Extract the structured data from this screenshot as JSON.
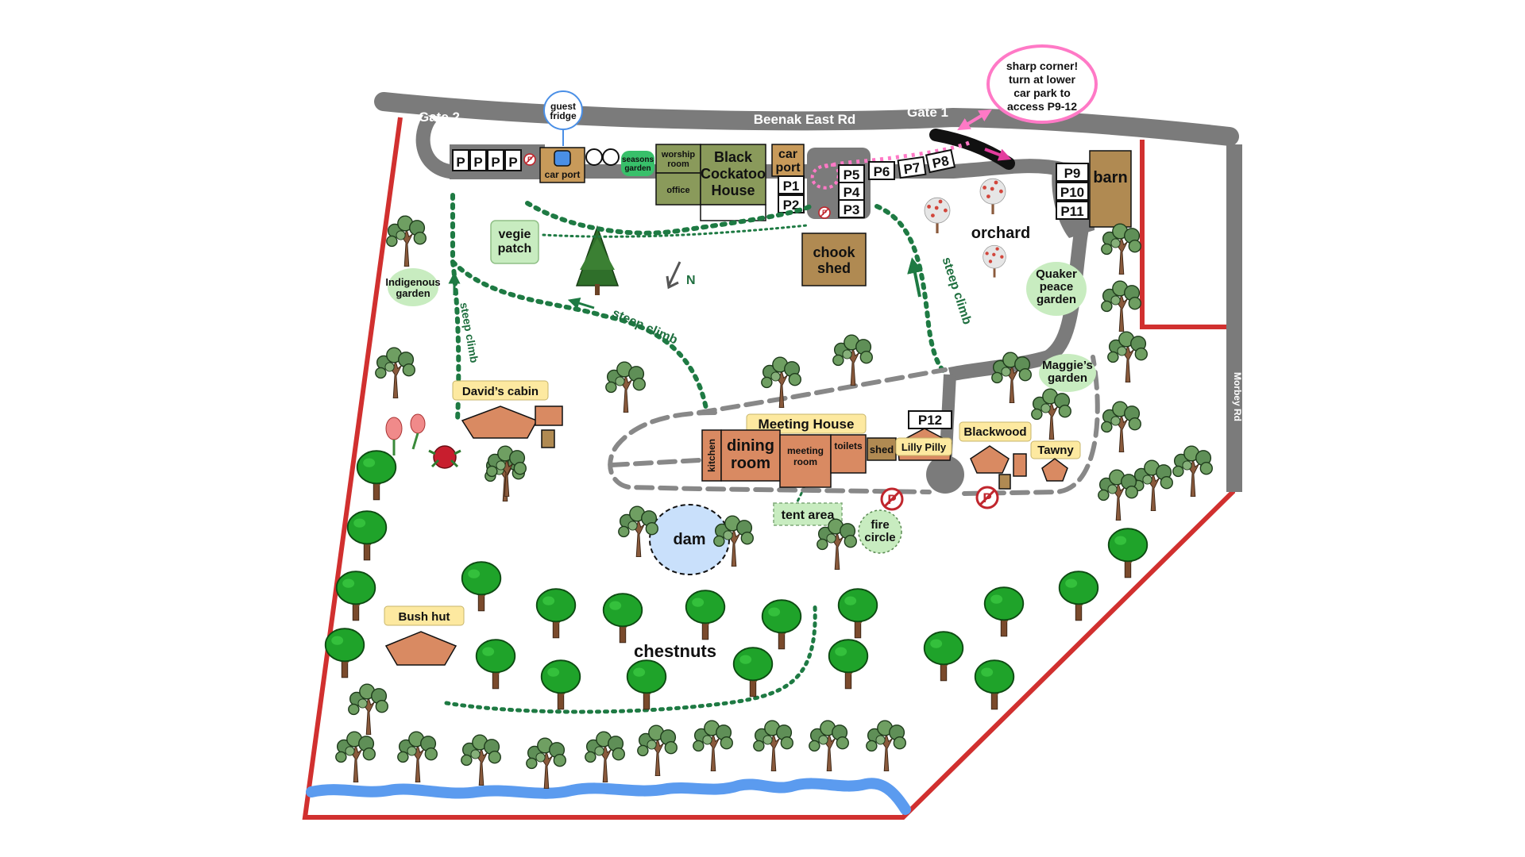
{
  "roads": {
    "main": "Beenak East Rd",
    "side": "Morbey Rd",
    "gate1": "Gate 1",
    "gate2": "Gate 2"
  },
  "callout": {
    "line1": "sharp corner!",
    "line2": "turn at lower",
    "line3": "car park  to",
    "line4": "access P9-12"
  },
  "parking": {
    "p_generic": "P",
    "p1": "P1",
    "p2": "P2",
    "p3": "P3",
    "p4": "P4",
    "p5": "P5",
    "p6": "P6",
    "p7": "P7",
    "p8": "P8",
    "p9": "P9",
    "p10": "P10",
    "p11": "P11",
    "p12": "P12"
  },
  "buildings": {
    "guest_fridge_1": "guest",
    "guest_fridge_2": "fridge",
    "car_port": "car port",
    "car_port2_1": "car",
    "car_port2_2": "port",
    "seasons_1": "seasons",
    "seasons_2": "garden",
    "worship_1": "worship",
    "worship_2": "room",
    "office": "office",
    "bch_1": "Black",
    "bch_2": "Cockatoo",
    "bch_3": "House",
    "chook_1": "chook",
    "chook_2": "shed",
    "barn": "barn",
    "vegie_1": "vegie",
    "vegie_2": "patch",
    "davids_cabin": "David’s cabin",
    "meeting_house": "Meeting House",
    "kitchen": "kitchen",
    "dining_1": "dining",
    "dining_2": "room",
    "meeting_room_1": "meeting",
    "meeting_room_2": "room",
    "toilets": "toilets",
    "shed": "shed",
    "lilly_pilly": "Lilly Pilly",
    "blackwood": "Blackwood",
    "tawny": "Tawny",
    "bush_hut": "Bush hut"
  },
  "areas": {
    "orchard": "orchard",
    "indigenous_1": "Indigenous",
    "indigenous_2": "garden",
    "quaker_1": "Quaker",
    "quaker_2": "peace",
    "quaker_3": "garden",
    "maggies_1": "Maggie’s",
    "maggies_2": "garden",
    "tent_area": "tent area",
    "fire_1": "fire",
    "fire_2": "circle",
    "dam": "dam",
    "chestnuts": "chestnuts"
  },
  "paths": {
    "steep_climb": "steep climb"
  },
  "north": {
    "label": "N"
  },
  "icons": {
    "no_parking": "no-parking-icon",
    "tree": "gum-tree-icon",
    "fruit_tree": "fruit-tree-icon",
    "pine": "pine-tree-icon",
    "wildflower": "waratah-flower-icon"
  },
  "colors": {
    "road": "#7b7b7b",
    "boundary": "#d1302f",
    "creek": "#5b9bef",
    "path": "#1e7a43",
    "building": "#d98a62",
    "shed": "#b08a52",
    "house": "#8a9a5b",
    "label_bg": "#fde9a0",
    "garden": "#c8ecc0",
    "callout": "#ff79c6",
    "dam": "#c9e0fb"
  }
}
